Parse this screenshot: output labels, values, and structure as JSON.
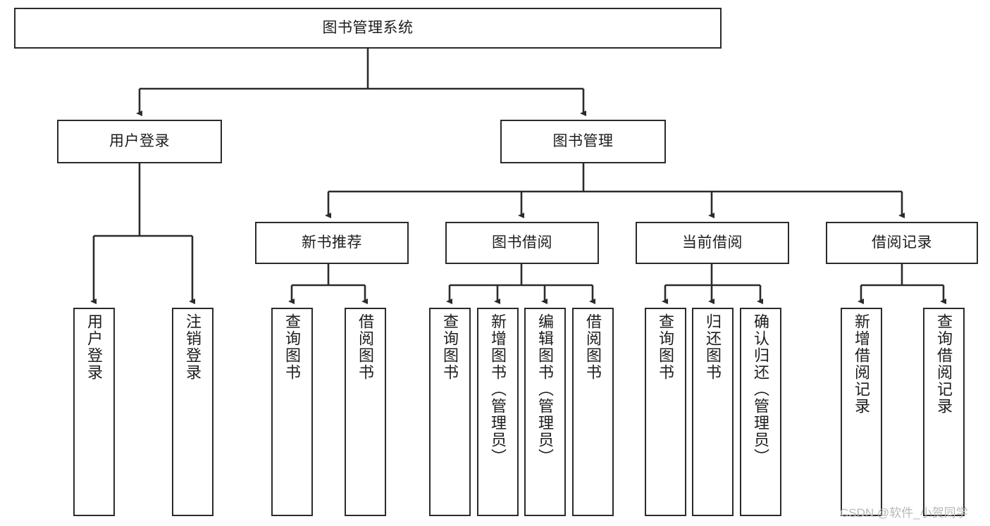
{
  "diagram": {
    "title": "图书管理系统",
    "type": "hierarchy-tree",
    "watermark": "CSDN @软件_小贺同学",
    "colors": {
      "border": "#2b2b2b",
      "background": "#ffffff",
      "text": "#1d1d1d",
      "watermark": "#b9b9b9"
    },
    "levels": {
      "level1": [
        {
          "id": "root",
          "label": "图书管理系统"
        }
      ],
      "level2": [
        {
          "id": "user-login",
          "label": "用户登录"
        },
        {
          "id": "book-management",
          "label": "图书管理"
        }
      ],
      "level3": [
        {
          "id": "new-book-recommend",
          "label": "新书推荐",
          "parent": "book-management"
        },
        {
          "id": "book-borrow",
          "label": "图书借阅",
          "parent": "book-management"
        },
        {
          "id": "current-borrow",
          "label": "当前借阅",
          "parent": "book-management"
        },
        {
          "id": "borrow-record",
          "label": "借阅记录",
          "parent": "book-management"
        }
      ],
      "level4": [
        {
          "id": "leaf-user-login",
          "label": "用户登录",
          "parent": "user-login"
        },
        {
          "id": "leaf-logout",
          "label": "注销登录",
          "parent": "user-login"
        },
        {
          "id": "leaf-query-book-1",
          "label": "查询图书",
          "parent": "new-book-recommend"
        },
        {
          "id": "leaf-borrow-book-1",
          "label": "借阅图书",
          "parent": "new-book-recommend"
        },
        {
          "id": "leaf-query-book-2",
          "label": "查询图书",
          "parent": "book-borrow"
        },
        {
          "id": "leaf-add-book",
          "label": "新增图书（管理员）",
          "parent": "book-borrow"
        },
        {
          "id": "leaf-edit-book",
          "label": "编辑图书（管理员）",
          "parent": "book-borrow"
        },
        {
          "id": "leaf-borrow-book-2",
          "label": "借阅图书",
          "parent": "book-borrow"
        },
        {
          "id": "leaf-query-book-3",
          "label": "查询图书",
          "parent": "current-borrow"
        },
        {
          "id": "leaf-return-book",
          "label": "归还图书",
          "parent": "current-borrow"
        },
        {
          "id": "leaf-confirm-return",
          "label": "确认归还（管理员）",
          "parent": "current-borrow"
        },
        {
          "id": "leaf-add-record",
          "label": "新增借阅记录",
          "parent": "borrow-record"
        },
        {
          "id": "leaf-query-record",
          "label": "查询借阅记录",
          "parent": "borrow-record"
        }
      ]
    }
  }
}
